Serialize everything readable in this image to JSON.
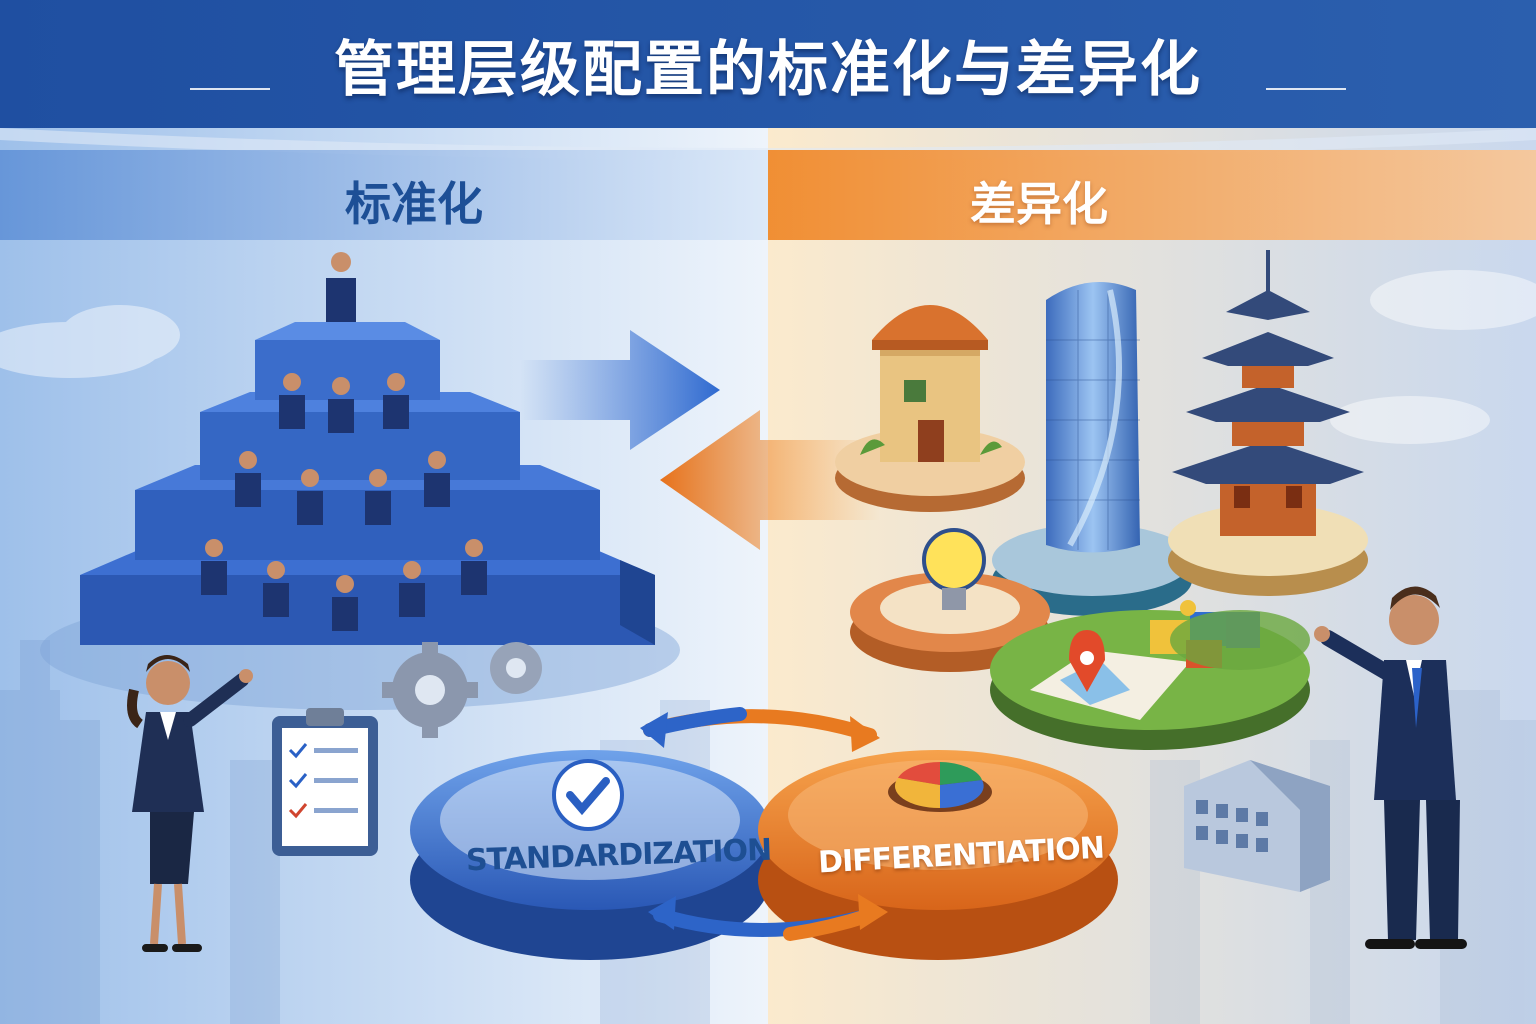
{
  "title": "管理层级配置的标准化与差异化",
  "sections": {
    "standardization": "标准化",
    "differentiation": "差异化"
  },
  "discs": {
    "standardization": "STANDARDIZATION",
    "differentiation": "DIFFERENTIATION"
  },
  "colors": {
    "standard_blue": "#2f63c4",
    "differentiation_orange": "#e2731f",
    "title_band": "#2a5aa8"
  },
  "icons": [
    "pyramid-hierarchy-icon",
    "gear-icon",
    "checklist-clipboard-icon",
    "checkmark-icon",
    "pie-chart-icon",
    "lightbulb-icon",
    "map-pin-icon",
    "puzzle-icon",
    "skyscraper-icon",
    "pagoda-icon",
    "domed-building-icon",
    "office-building-icon",
    "cycle-arrows-icon"
  ]
}
